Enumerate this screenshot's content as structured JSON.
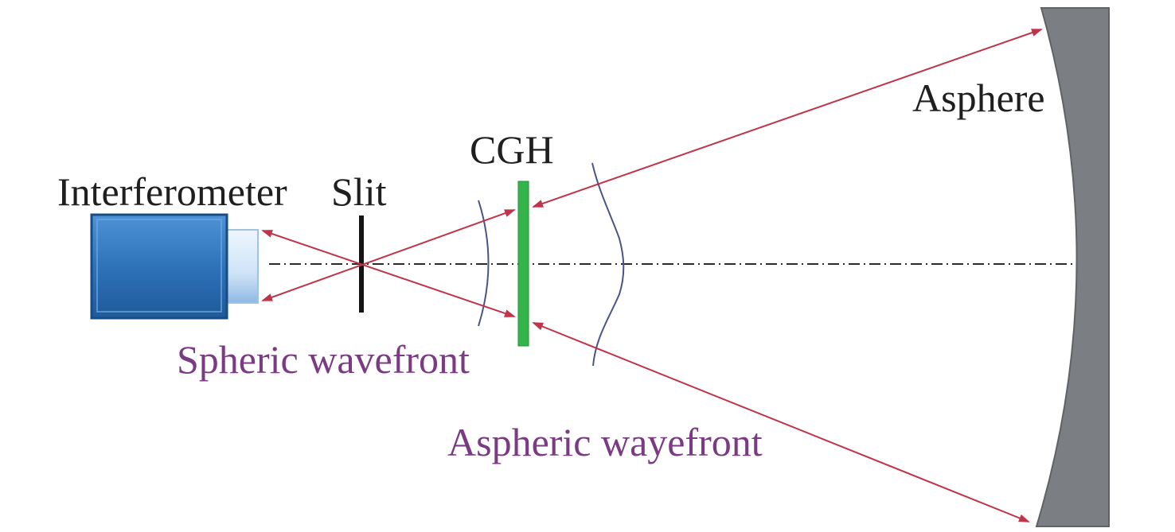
{
  "labels": {
    "interferometer": "Interferometer",
    "slit": "Slit",
    "cgh": "CGH",
    "asphere": "Asphere",
    "spheric_wavefront": "Spheric wavefront",
    "aspheric_wavefront": "Aspheric wayefront"
  },
  "colors": {
    "ray": "#c0344a",
    "interferometer_body": "#2f73b8",
    "cgh": "#2fb24a",
    "asphere": "#7a7d80",
    "wavefront_curve": "#4b5585",
    "label_purple": "#7a3b83",
    "label_dark": "#1f1f1f"
  }
}
